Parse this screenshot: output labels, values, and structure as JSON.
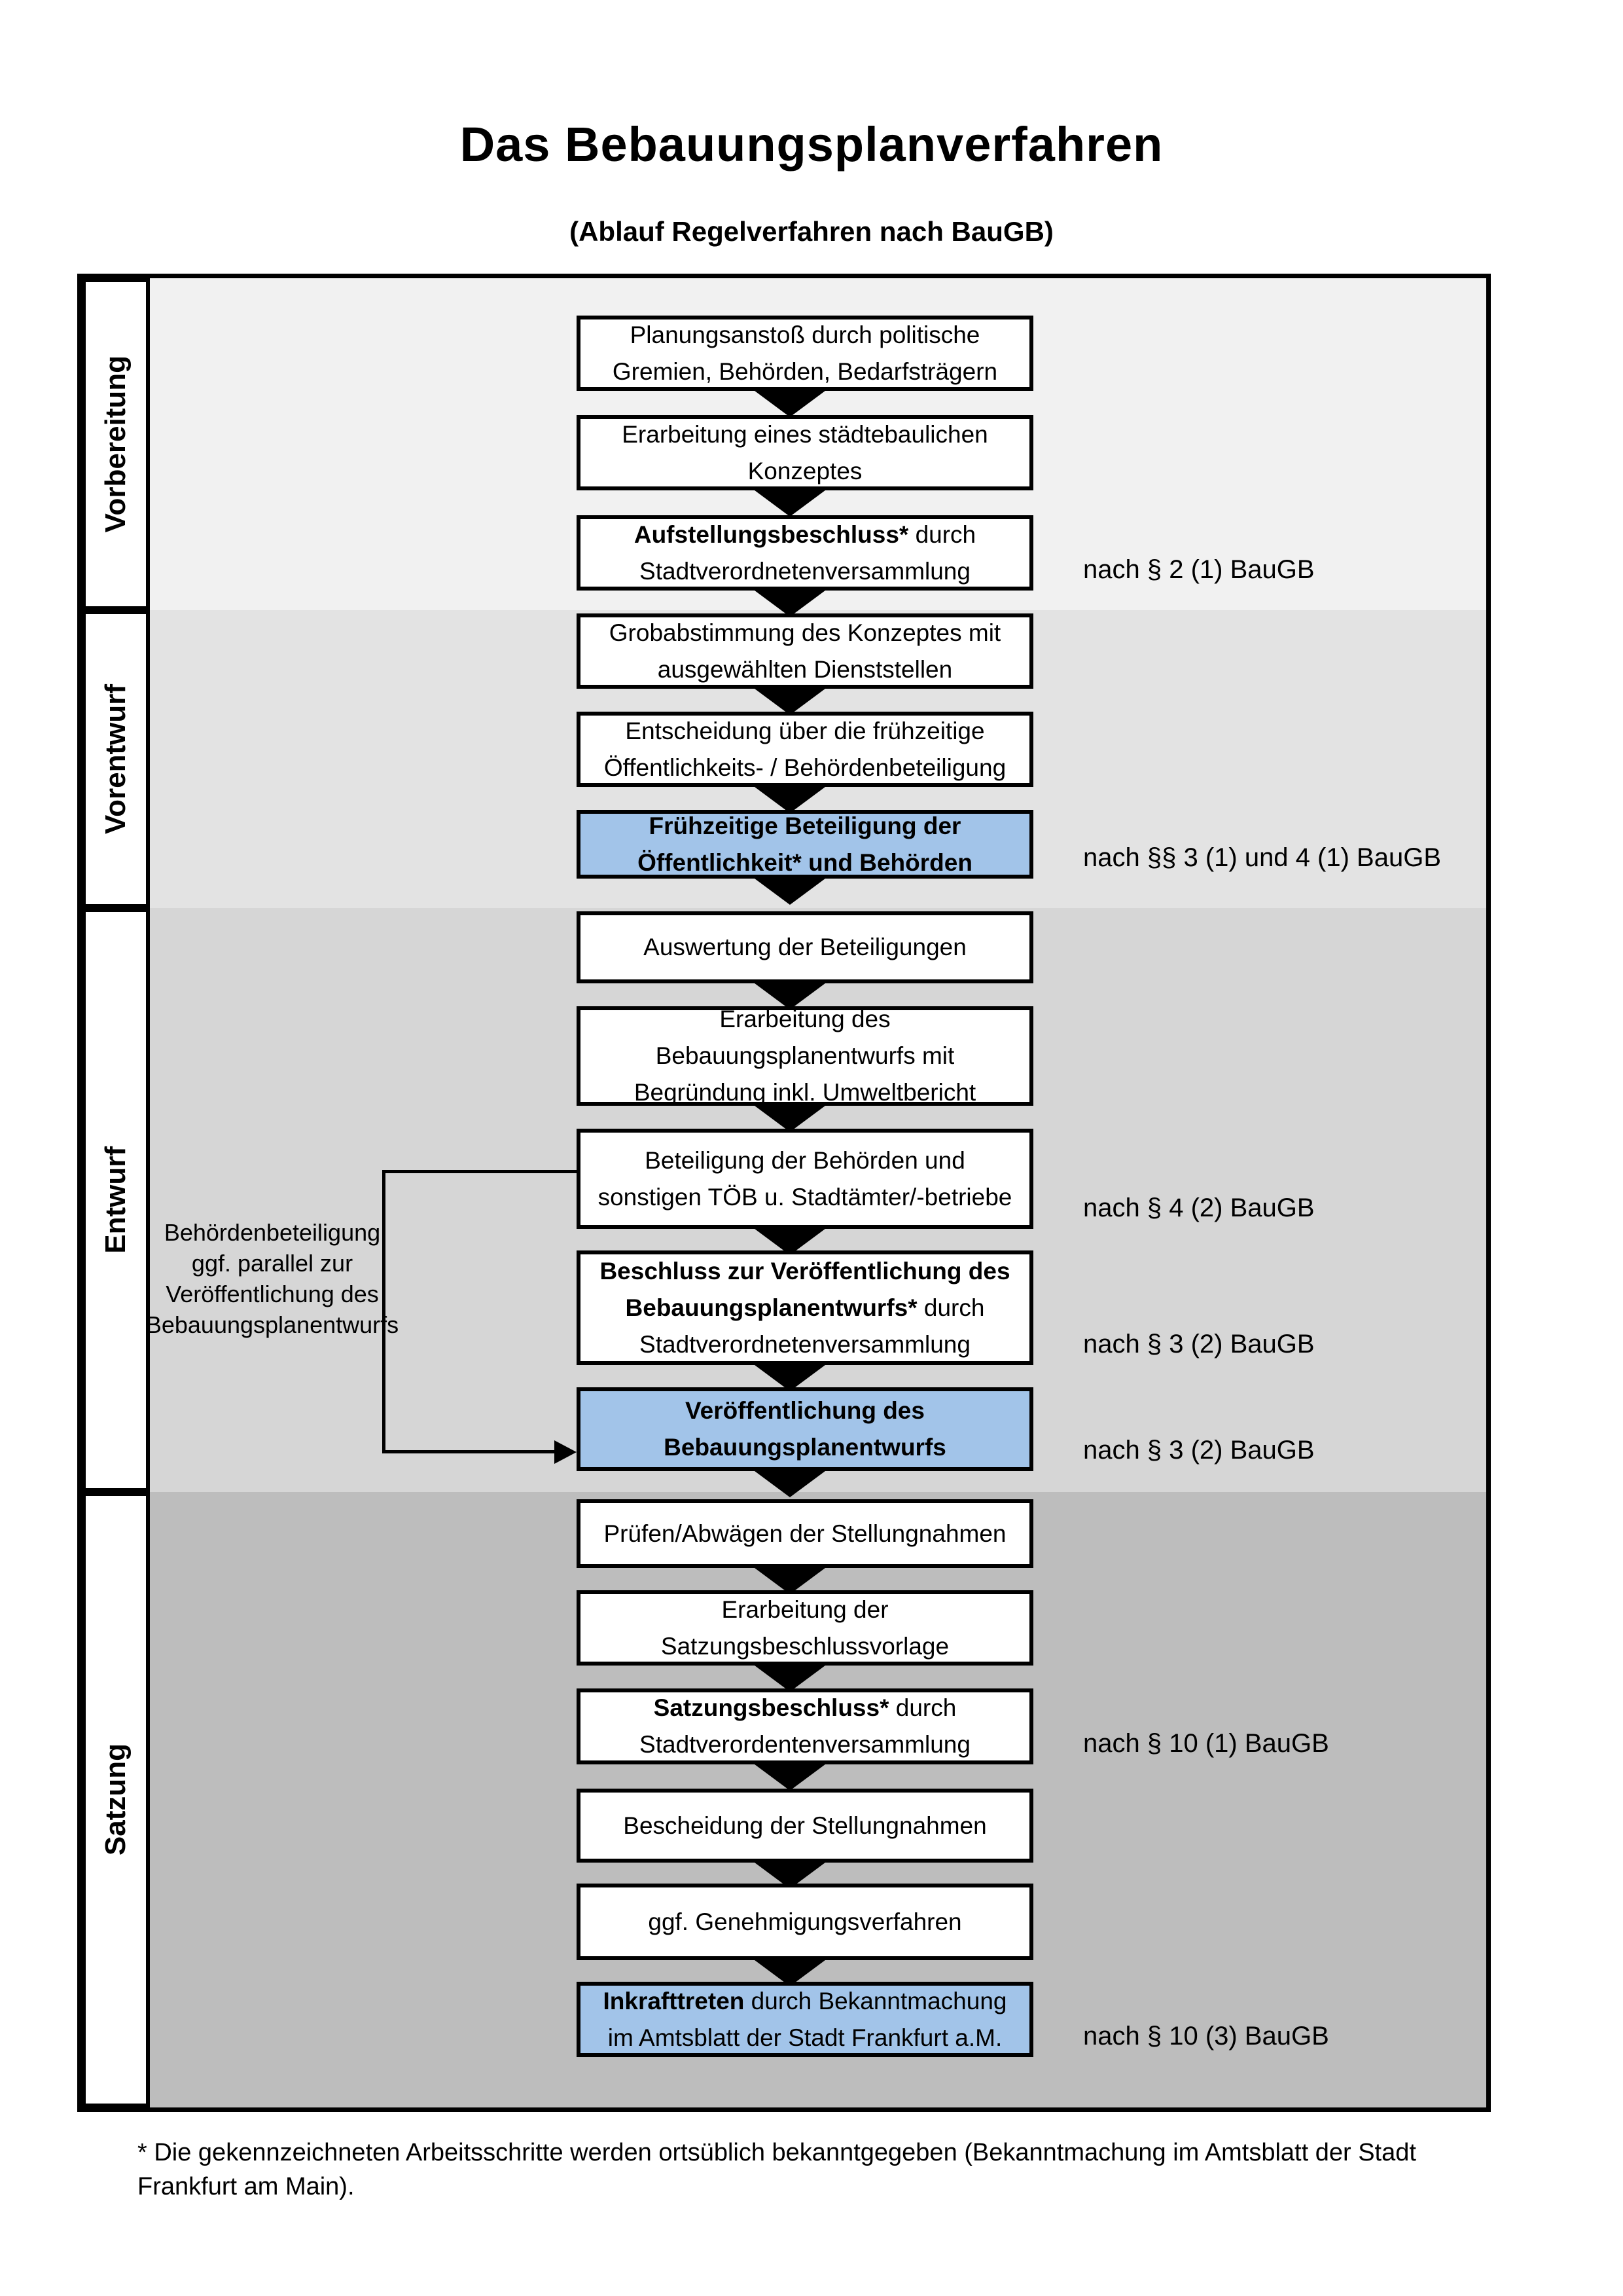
{
  "title": "Das Bebauungsplanverfahren",
  "subtitle": "(Ablauf Regelverfahren nach BauGB)",
  "colors": {
    "highlight_box_bg": "#A2C4E9",
    "box_bg": "#FFFFFF",
    "border": "#000000",
    "phase1_bg": "#F1F1F1",
    "phase2_bg": "#E3E3E3",
    "phase3_bg": "#D6D6D6",
    "phase4_bg": "#BDBDBD"
  },
  "phases": [
    {
      "label": "Vorbereitung",
      "bg": "#F1F1F1"
    },
    {
      "label": "Vorentwurf",
      "bg": "#E3E3E3"
    },
    {
      "label": "Entwurf",
      "bg": "#D6D6D6"
    },
    {
      "label": "Satzung",
      "bg": "#BDBDBD"
    }
  ],
  "boxes": [
    {
      "bold": "",
      "text": "Planungsanstoß durch politische\nGremien, Behörden, Bedarfsträgern",
      "highlight": false,
      "note": ""
    },
    {
      "bold": "",
      "text": "Erarbeitung eines städtebaulichen\nKonzeptes",
      "highlight": false,
      "note": ""
    },
    {
      "bold": "Aufstellungsbeschluss*",
      "text": " durch\nStadtverordnetenversammlung",
      "highlight": false,
      "note": "nach § 2 (1) BauGB"
    },
    {
      "bold": "",
      "text": "Grobabstimmung des Konzeptes mit\nausgewählten Dienststellen",
      "highlight": false,
      "note": ""
    },
    {
      "bold": "",
      "text": "Entscheidung über die frühzeitige\nÖffentlichkeits- / Behördenbeteiligung",
      "highlight": false,
      "note": ""
    },
    {
      "bold": "Frühzeitige Beteiligung der\nÖffentlichkeit* und Behörden",
      "text": "",
      "highlight": true,
      "note": "nach §§ 3 (1) und 4 (1) BauGB"
    },
    {
      "bold": "",
      "text": "Auswertung der Beteiligungen",
      "highlight": false,
      "note": ""
    },
    {
      "bold": "",
      "text": "Erarbeitung des\nBebauungsplanentwurfs mit\nBegründung inkl. Umweltbericht",
      "highlight": false,
      "note": ""
    },
    {
      "bold": "",
      "text": "Beteiligung der Behörden und\nsonstigen TÖB u. Stadtämter/-betriebe",
      "highlight": false,
      "note": "nach § 4 (2) BauGB"
    },
    {
      "bold": "Beschluss zur Veröffentlichung des\nBebauungsplanentwurfs*",
      "text": " durch\nStadtverordnetenversammlung",
      "highlight": false,
      "note": "nach § 3 (2) BauGB"
    },
    {
      "bold": "Veröffentlichung des\nBebauungsplanentwurfs",
      "text": "",
      "highlight": true,
      "note": "nach § 3 (2) BauGB"
    },
    {
      "bold": "",
      "text": "Prüfen/Abwägen der Stellungnahmen",
      "highlight": false,
      "note": ""
    },
    {
      "bold": "",
      "text": "Erarbeitung der\nSatzungsbeschlussvorlage",
      "highlight": false,
      "note": ""
    },
    {
      "bold": "Satzungsbeschluss*",
      "text": " durch\nStadtverordentenversammlung",
      "highlight": false,
      "note": "nach § 10 (1) BauGB"
    },
    {
      "bold": "",
      "text": "Bescheidung der Stellungnahmen",
      "highlight": false,
      "note": ""
    },
    {
      "bold": "",
      "text": "ggf. Genehmigungsverfahren",
      "highlight": false,
      "note": ""
    },
    {
      "bold": "Inkrafttreten",
      "text": " durch Bekanntmachung\nim Amtsblatt der Stadt Frankfurt a.M.",
      "highlight": true,
      "note": "nach § 10 (3) BauGB"
    }
  ],
  "side_annotation": "Behördenbeteiligung\nggf. parallel zur\nVeröffentlichung des\nBebauungsplanentwurfs",
  "footnote": "* Die gekennzeichneten Arbeitsschritte werden ortsüblich bekanntgegeben (Bekanntmachung im Amtsblatt  der Stadt\nFrankfurt am Main)."
}
